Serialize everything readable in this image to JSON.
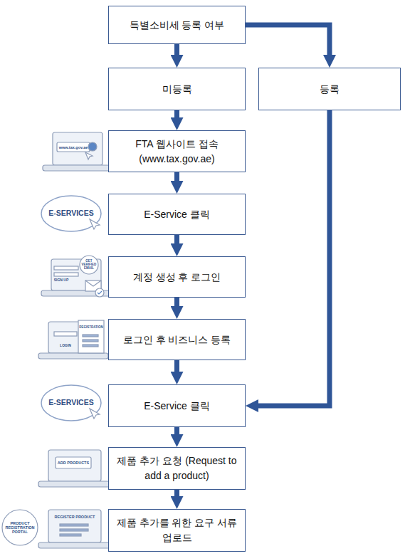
{
  "diagram": {
    "nodes": [
      {
        "text": [
          "특별소비세 등록 여부"
        ]
      },
      {
        "text": [
          "미등록"
        ]
      },
      {
        "text": [
          "등록"
        ]
      },
      {
        "text": [
          "FTA 웹사이트 접속 (www.tax.gov.ae)"
        ]
      },
      {
        "text": [
          "E-Service 클릭"
        ]
      },
      {
        "text": [
          "계정 생성 후 로그인"
        ]
      },
      {
        "text": [
          "로그인 후 비즈니스 등록"
        ]
      },
      {
        "text": [
          "E-Service 클릭"
        ]
      },
      {
        "text": [
          "제품 추가 요청 (Request to add a product)"
        ]
      },
      {
        "text": [
          "제품 추가를 위한 요구 서류 업로드"
        ]
      }
    ],
    "edges": [
      {
        "from": 0,
        "to": 1,
        "arrow": "to"
      },
      {
        "from": 0,
        "to": 2,
        "arrow": "to"
      },
      {
        "from": 1,
        "to": 3,
        "arrow": "to"
      },
      {
        "from": 3,
        "to": 4,
        "arrow": "to"
      },
      {
        "from": 4,
        "to": 5,
        "arrow": "to"
      },
      {
        "from": 5,
        "to": 6,
        "arrow": "to"
      },
      {
        "from": 6,
        "to": 7,
        "arrow": "to"
      },
      {
        "from": 2,
        "to": 7,
        "arrow": "to"
      },
      {
        "from": 7,
        "to": 8,
        "arrow": "to"
      },
      {
        "from": 8,
        "to": 9,
        "arrow": "to"
      }
    ],
    "labels": [
      "www.tax.gov.ae",
      "E-SERVICES",
      "SIGN UP",
      "GET VERIFIED EMAIL",
      "REGISTRATION",
      "LOGIN",
      "E-SERVICES",
      "ADD PRODUCTS",
      "PRODUCT REGISTRATION PORTAL",
      "REGISTER PRODUCT"
    ]
  }
}
